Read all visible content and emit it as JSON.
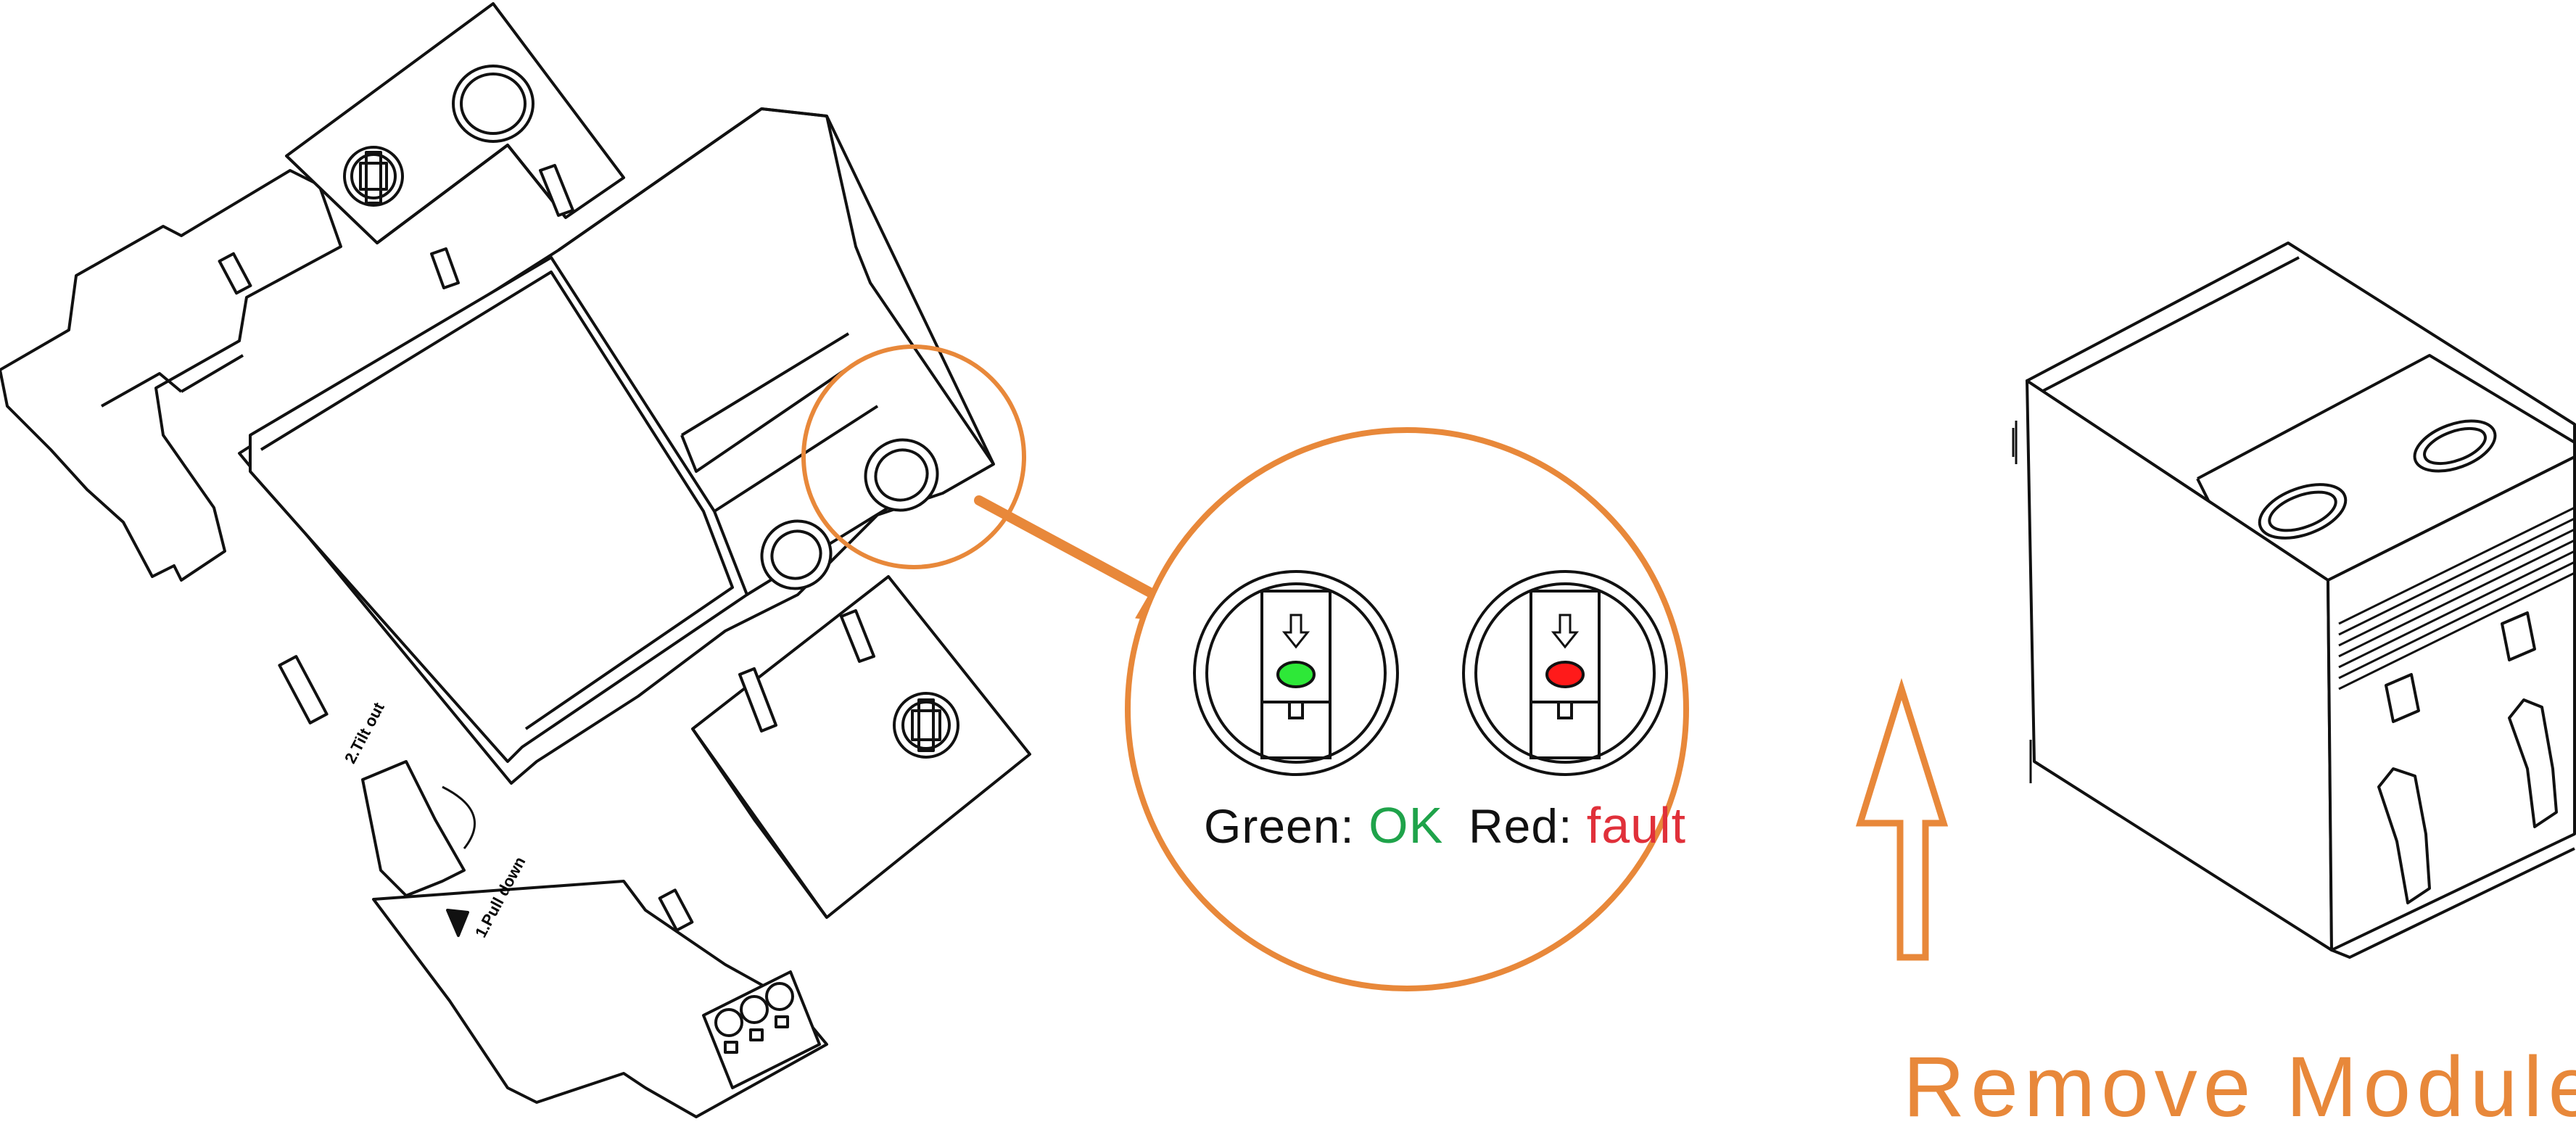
{
  "colors": {
    "line": "#111111",
    "accent": "#E8883A",
    "ok": "#1FA34A",
    "fault": "#E0303A",
    "led_green": "#2EE838",
    "led_red": "#FF1A1A"
  },
  "device": {
    "step_tilt_label": "2.Tilt out",
    "step_pull_label": "1.Pull down"
  },
  "indicator": {
    "green_caption": "Green:",
    "green_status": "OK",
    "red_caption": "Red:",
    "red_status": "fault"
  },
  "action": {
    "title": "Remove Module"
  },
  "icons": {
    "zoom_arrow": "arrow-right-down-icon",
    "lift_arrow": "arrow-up-icon",
    "window_arrow": "arrow-down-icon"
  }
}
